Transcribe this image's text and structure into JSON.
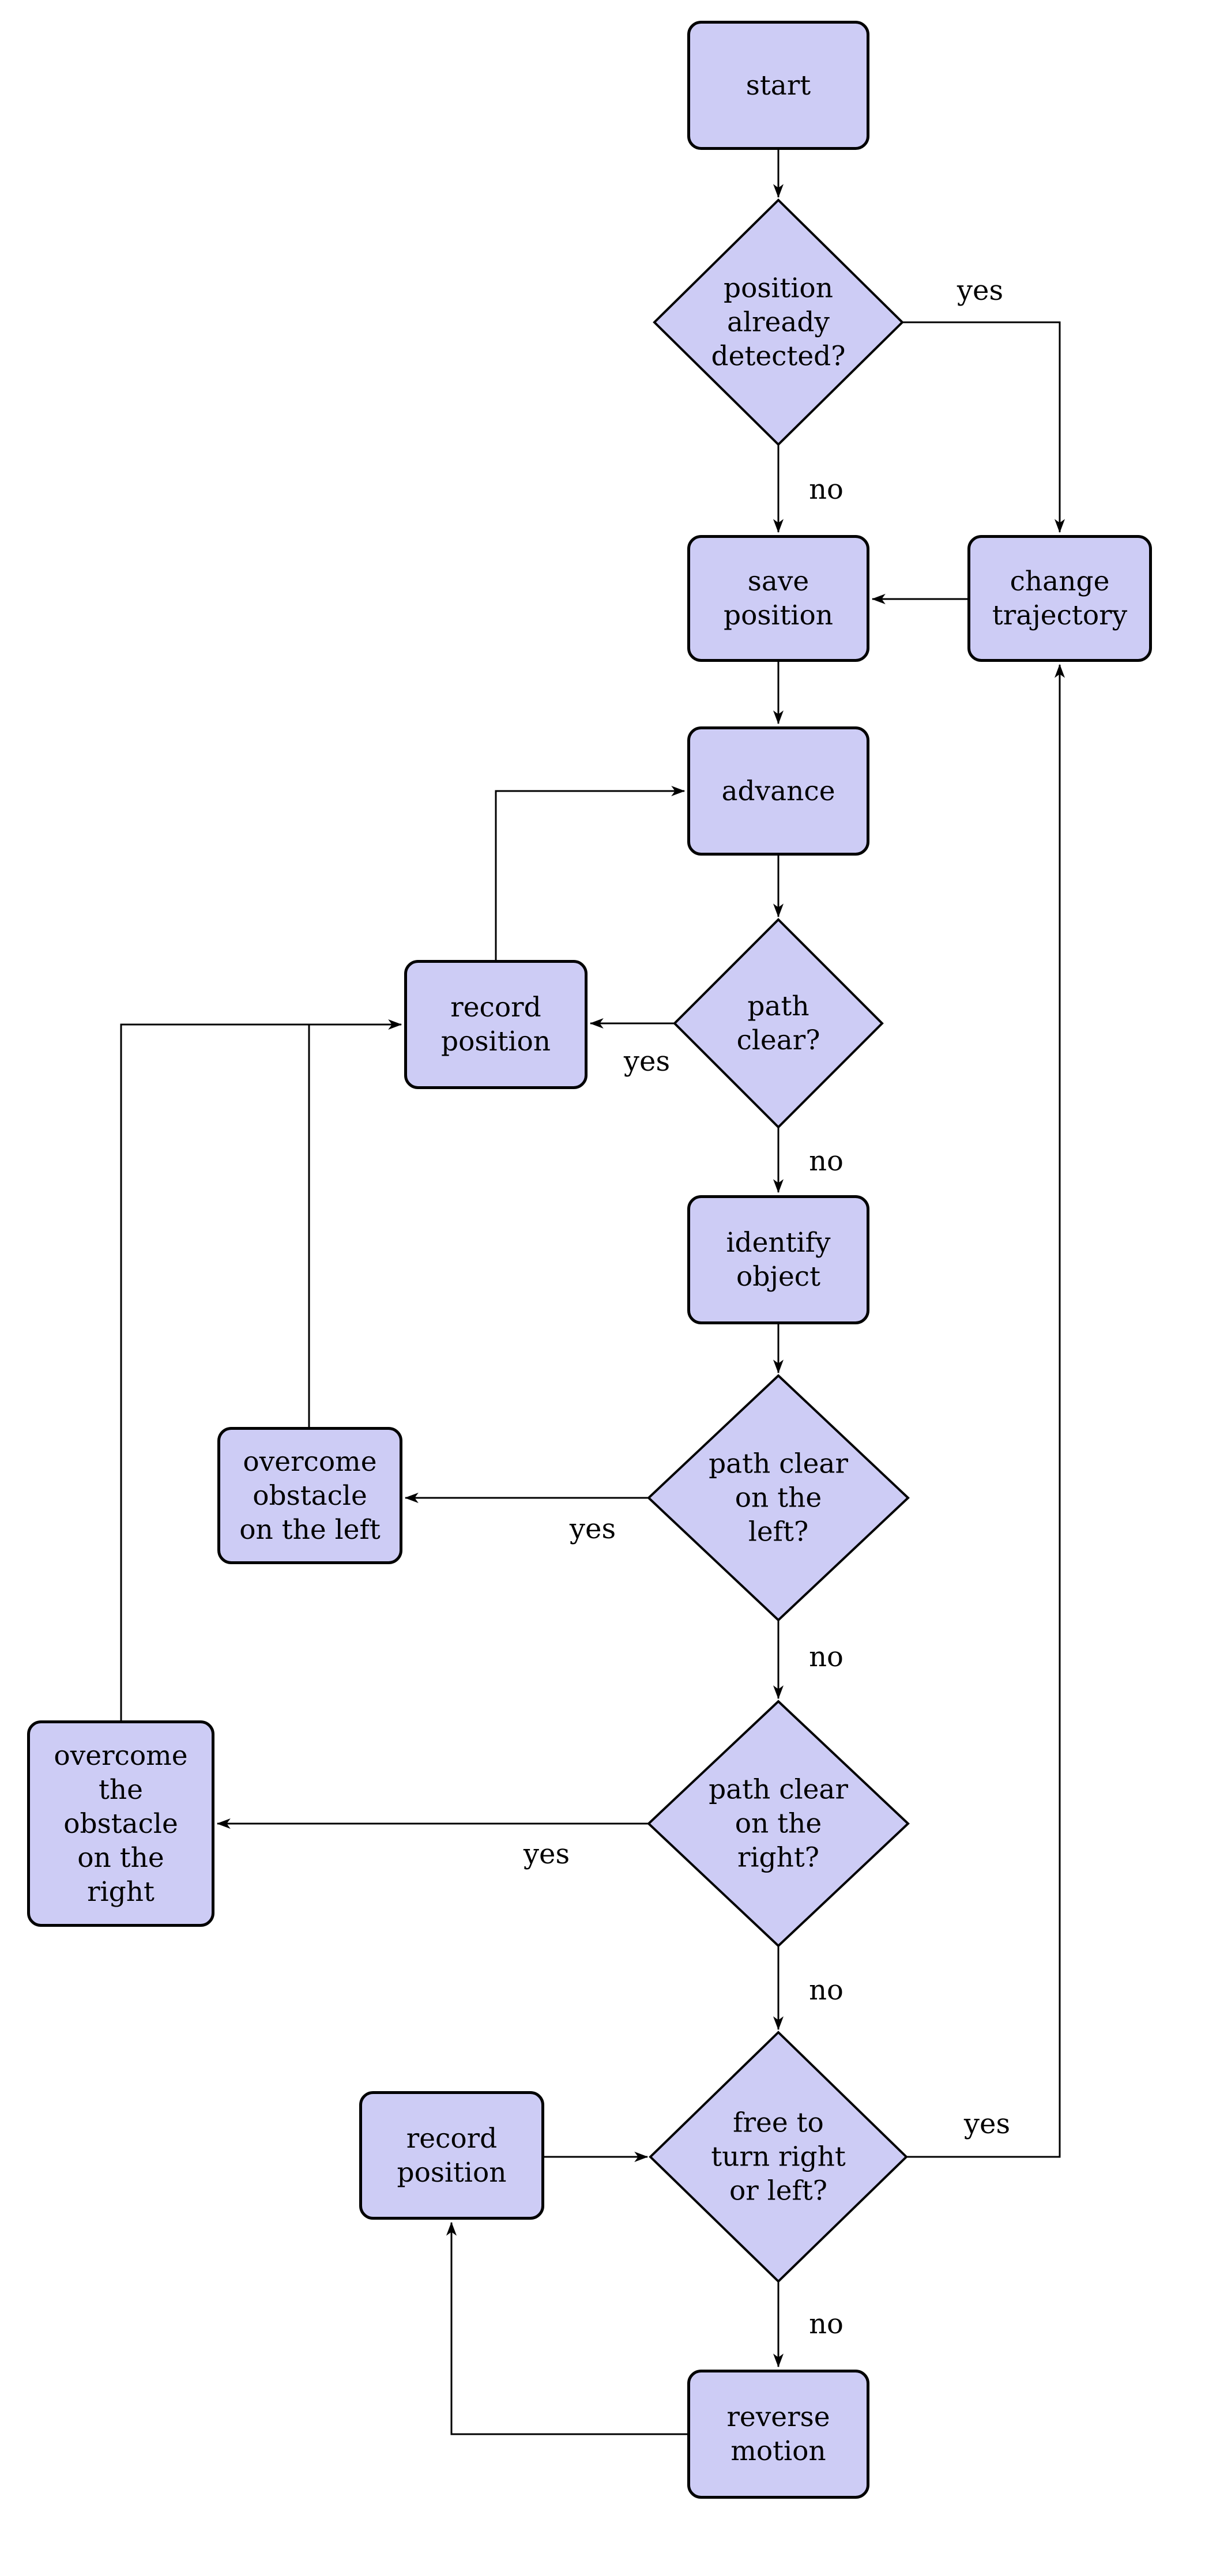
{
  "diagram_type": "flowchart",
  "colors": {
    "node_fill": "#cdccf5",
    "node_border": "#000000",
    "edge": "#000000",
    "text": "#000000",
    "background": "#ffffff"
  },
  "nodes": {
    "start": {
      "lines": [
        "start"
      ]
    },
    "position_detected": {
      "lines": [
        "position",
        "already",
        "detected?"
      ]
    },
    "change_trajectory": {
      "lines": [
        "change",
        "trajectory"
      ]
    },
    "save_position": {
      "lines": [
        "save",
        "position"
      ]
    },
    "advance": {
      "lines": [
        "advance"
      ]
    },
    "path_clear": {
      "lines": [
        "path",
        "clear?"
      ]
    },
    "record_position_1": {
      "lines": [
        "record",
        "position"
      ]
    },
    "identify_object": {
      "lines": [
        "identify",
        "object"
      ]
    },
    "path_clear_left": {
      "lines": [
        "path clear",
        "on the",
        "left?"
      ]
    },
    "overcome_left": {
      "lines": [
        "overcome",
        "obstacle",
        "on the left"
      ]
    },
    "path_clear_right": {
      "lines": [
        "path clear",
        "on the",
        "right?"
      ]
    },
    "overcome_right": {
      "lines": [
        "overcome",
        "the",
        "obstacle",
        "on the",
        "right"
      ]
    },
    "free_to_turn": {
      "lines": [
        "free to",
        "turn right",
        "or left?"
      ]
    },
    "record_position_2": {
      "lines": [
        "record",
        "position"
      ]
    },
    "reverse_motion": {
      "lines": [
        "reverse",
        "motion"
      ]
    }
  },
  "edge_labels": {
    "position_detected_yes": "yes",
    "position_detected_no": "no",
    "path_clear_yes": "yes",
    "path_clear_no": "no",
    "path_clear_left_yes": "yes",
    "path_clear_left_no": "no",
    "path_clear_right_yes": "yes",
    "path_clear_right_no": "no",
    "free_to_turn_yes": "yes",
    "free_to_turn_no": "no"
  }
}
